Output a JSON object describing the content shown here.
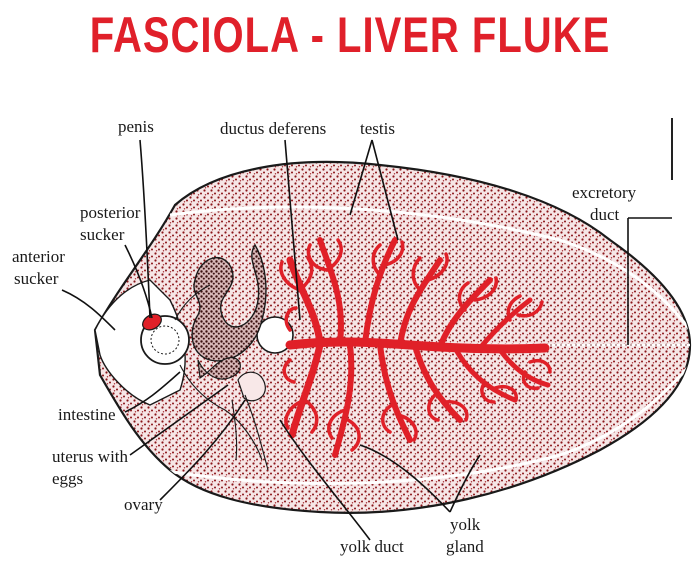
{
  "title": "FASCIOLA - LIVER FLUKE",
  "colors": {
    "title": "#e0202a",
    "organ_red": "#e02028",
    "texture": "#8a1418",
    "body_fill": "#f6e6e6",
    "outline": "#1a1a1a"
  },
  "labels": {
    "penis": "penis",
    "ductus_deferens": "ductus deferens",
    "testis": "testis",
    "posterior_sucker_1": "posterior",
    "posterior_sucker_2": "sucker",
    "anterior_sucker_1": "anterior",
    "anterior_sucker_2": "sucker",
    "excretory_duct_1": "excretory",
    "excretory_duct_2": "duct",
    "intestine": "intestine",
    "uterus_1": "uterus with",
    "uterus_2": "eggs",
    "ovary": "ovary",
    "yolk_duct": "yolk duct",
    "yolk_gland_1": "yolk",
    "yolk_gland_2": "gland"
  }
}
